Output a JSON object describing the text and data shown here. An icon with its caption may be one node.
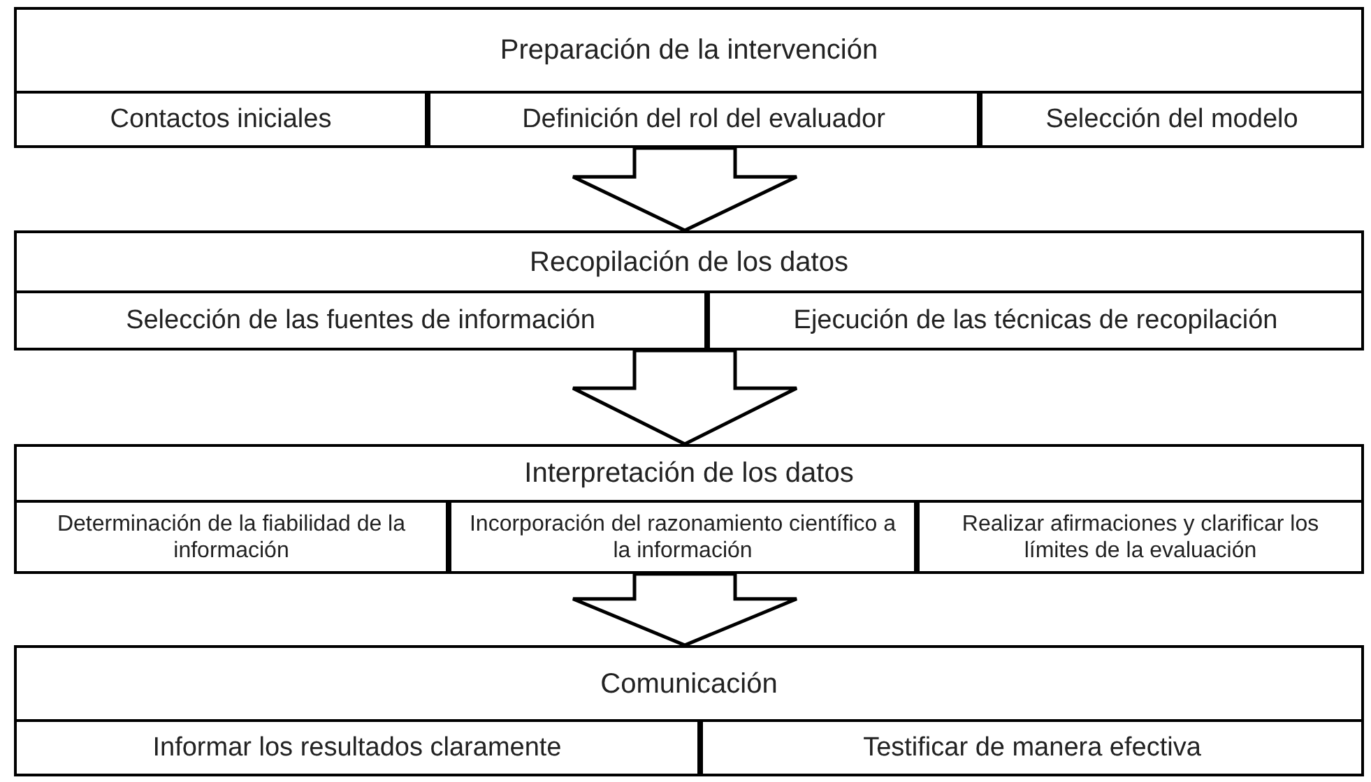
{
  "diagram": {
    "nodes": [
      {
        "text": [
          "Preparación de la intervención"
        ]
      },
      {
        "text": [
          "Contactos iniciales"
        ],
        "in": 0
      },
      {
        "text": [
          "Definición del rol del evaluador"
        ],
        "in": 0
      },
      {
        "text": [
          "Selección del modelo"
        ],
        "in": 0
      },
      {
        "text": [
          "Recopilación de los datos"
        ]
      },
      {
        "text": [
          "Selección de las fuentes de información"
        ],
        "in": 4
      },
      {
        "text": [
          "Ejecución de las técnicas de recopilación"
        ],
        "in": 4
      },
      {
        "text": [
          "Interpretación de los datos"
        ]
      },
      {
        "text": [
          "Determinación de la fiabilidad de la información"
        ],
        "in": 7
      },
      {
        "text": [
          "Incorporación del razonamiento científico a la información"
        ],
        "in": 7
      },
      {
        "text": [
          "Realizar afirmaciones y clarificar los límites de la evaluación"
        ],
        "in": 7
      },
      {
        "text": [
          "Comunicación"
        ]
      },
      {
        "text": [
          "Informar los resultados claramente"
        ],
        "in": 11
      },
      {
        "text": [
          "Testificar de manera efectiva"
        ],
        "in": 11
      }
    ],
    "edges": [
      {
        "from": 0,
        "to": 4,
        "arrow": "to"
      },
      {
        "from": 4,
        "to": 7,
        "arrow": "to"
      },
      {
        "from": 7,
        "to": 11,
        "arrow": "to"
      }
    ]
  }
}
